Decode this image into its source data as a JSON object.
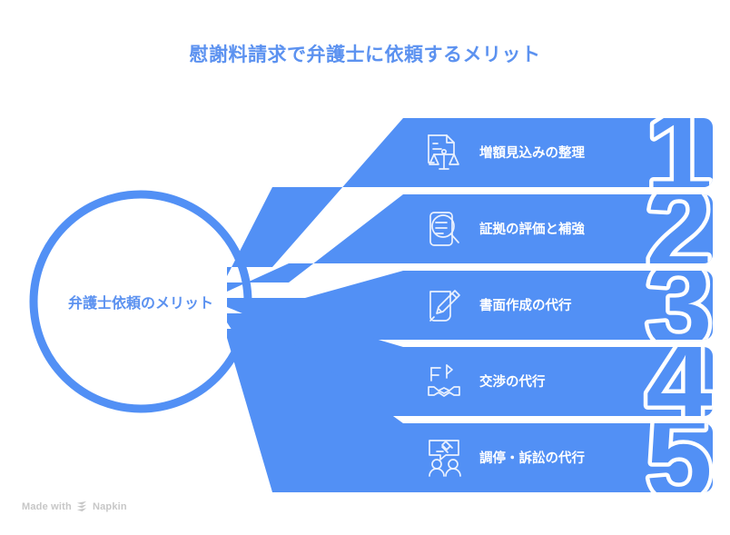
{
  "title": "慰謝料請求で弁護士に依頼するメリット",
  "hub": {
    "label": "弁護士依頼のメリット"
  },
  "colors": {
    "brand_blue": "#5290F5",
    "title_blue": "#5C92F0",
    "bar_blue": "#5290F5",
    "label_white": "#FFFFFF",
    "background": "#FFFFFF",
    "watermark_gray": "#C7C7C7"
  },
  "rows": [
    {
      "number": "1",
      "label": "増額見込みの整理",
      "icon": "document-scales-icon"
    },
    {
      "number": "2",
      "label": "証拠の評価と補強",
      "icon": "document-magnifier-icon"
    },
    {
      "number": "3",
      "label": "書面作成の代行",
      "icon": "document-pen-icon"
    },
    {
      "number": "4",
      "label": "交渉の代行",
      "icon": "handshake-icon"
    },
    {
      "number": "5",
      "label": "調停・訴訟の代行",
      "icon": "gavel-people-icon"
    }
  ],
  "watermark": {
    "prefix": "Made with",
    "brand": "Napkin",
    "icon": "napkin-logo-icon"
  }
}
